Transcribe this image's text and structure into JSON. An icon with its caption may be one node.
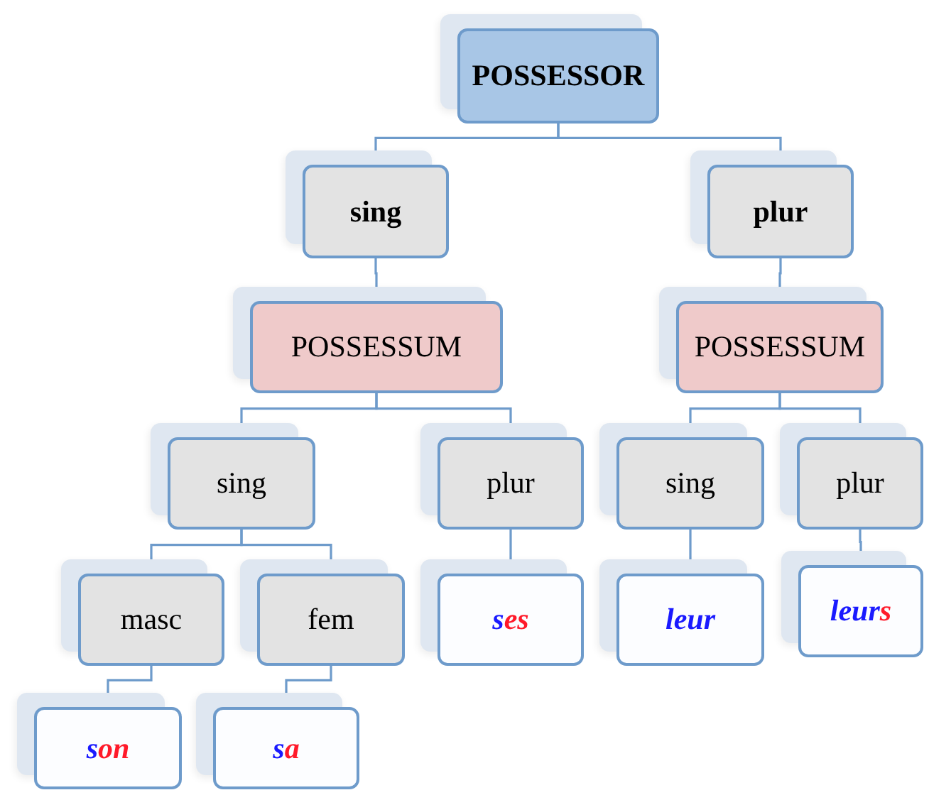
{
  "diagram": {
    "nodes": [
      {
        "text": [
          "POSSESSOR"
        ]
      },
      {
        "text": [
          "sing"
        ]
      },
      {
        "text": [
          "plur"
        ]
      },
      {
        "text": [
          "POSSESSUM"
        ]
      },
      {
        "text": [
          "POSSESSUM"
        ]
      },
      {
        "text": [
          "sing"
        ]
      },
      {
        "text": [
          "plur"
        ]
      },
      {
        "text": [
          "sing"
        ]
      },
      {
        "text": [
          "plur"
        ]
      },
      {
        "text": [
          "masc"
        ]
      },
      {
        "text": [
          "fem"
        ]
      },
      {
        "text": [
          "ses"
        ]
      },
      {
        "text": [
          "leur"
        ]
      },
      {
        "text": [
          "leurs"
        ]
      },
      {
        "text": [
          "son"
        ]
      },
      {
        "text": [
          "sa"
        ]
      }
    ],
    "edges": [
      {
        "from": 0,
        "to": 1,
        "arrow": "none"
      },
      {
        "from": 0,
        "to": 2,
        "arrow": "none"
      },
      {
        "from": 1,
        "to": 3,
        "arrow": "none"
      },
      {
        "from": 2,
        "to": 4,
        "arrow": "none"
      },
      {
        "from": 3,
        "to": 5,
        "arrow": "none"
      },
      {
        "from": 3,
        "to": 6,
        "arrow": "none"
      },
      {
        "from": 4,
        "to": 7,
        "arrow": "none"
      },
      {
        "from": 4,
        "to": 8,
        "arrow": "none"
      },
      {
        "from": 5,
        "to": 9,
        "arrow": "none"
      },
      {
        "from": 5,
        "to": 10,
        "arrow": "none"
      },
      {
        "from": 6,
        "to": 11,
        "arrow": "none"
      },
      {
        "from": 7,
        "to": 12,
        "arrow": "none"
      },
      {
        "from": 8,
        "to": 13,
        "arrow": "none"
      },
      {
        "from": 9,
        "to": 14,
        "arrow": "none"
      },
      {
        "from": 10,
        "to": 15,
        "arrow": "none"
      }
    ]
  }
}
